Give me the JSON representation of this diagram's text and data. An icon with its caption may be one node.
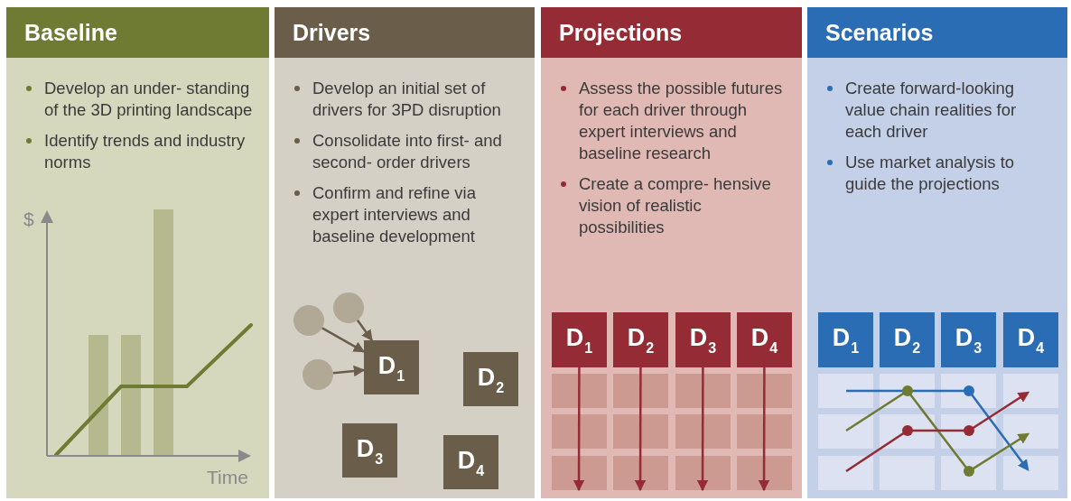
{
  "diagram": {
    "nodes": [
      {
        "text": [
          "Baseline",
          "Develop an under- standing of the 3D printing landscape",
          "Identify trends and industry norms"
        ]
      },
      {
        "text": [
          "Drivers",
          "Develop an initial set of drivers for 3PD disruption",
          "Consolidate into first- and second- order drivers",
          "Confirm and refine via expert interviews and baseline development"
        ]
      },
      {
        "text": [
          "Projections",
          "Assess the possible futures for each driver through expert interviews and baseline research",
          "Create a compre- hensive vision of realistic possibilities"
        ]
      },
      {
        "text": [
          "Scenarios",
          "Create forward-looking value chain realities for each driver",
          "Use market analysis to guide the projections"
        ]
      },
      {
        "text": [],
        "shape": "circle",
        "in": 1
      },
      {
        "text": [],
        "shape": "circle",
        "in": 1
      },
      {
        "text": [],
        "shape": "circle",
        "in": 1
      },
      {
        "text": [
          "D$_{1}$"
        ],
        "in": 1
      },
      {
        "text": [
          "D$_{2}$"
        ],
        "in": 1
      },
      {
        "text": [
          "D$_{3}$"
        ],
        "in": 1
      },
      {
        "text": [
          "D$_{4}$"
        ],
        "in": 1
      },
      {
        "text": [
          "D$_{1}$"
        ],
        "in": 2
      },
      {
        "text": [
          "D$_{2}$"
        ],
        "in": 2
      },
      {
        "text": [
          "D$_{3}$"
        ],
        "in": 2
      },
      {
        "text": [
          "D$_{4}$"
        ],
        "in": 2
      },
      {
        "text": [
          "D$_{1}$"
        ],
        "in": 3
      },
      {
        "text": [
          "D$_{2}$"
        ],
        "in": 3
      },
      {
        "text": [
          "D$_{3}$"
        ],
        "in": 3
      },
      {
        "text": [
          "D$_{4}$"
        ],
        "in": 3
      }
    ],
    "edges": [
      {
        "from": 4,
        "to": 7,
        "arrow": "to",
        "color": "#6a5d4a"
      },
      {
        "from": 6,
        "to": 7,
        "arrow": "to",
        "color": "#6a5d4a"
      },
      {
        "from": 5,
        "to": 7,
        "arrow": "to",
        "color": "#6a5d4a"
      },
      {
        "from": 11,
        "to": null,
        "arrow": "to"
      },
      {
        "from": 12,
        "to": null,
        "arrow": "to"
      },
      {
        "from": 13,
        "to": null,
        "arrow": "to"
      },
      {
        "from": 14,
        "to": null,
        "arrow": "to"
      }
    ],
    "labels": [
      "$",
      "Time"
    ]
  }
}
